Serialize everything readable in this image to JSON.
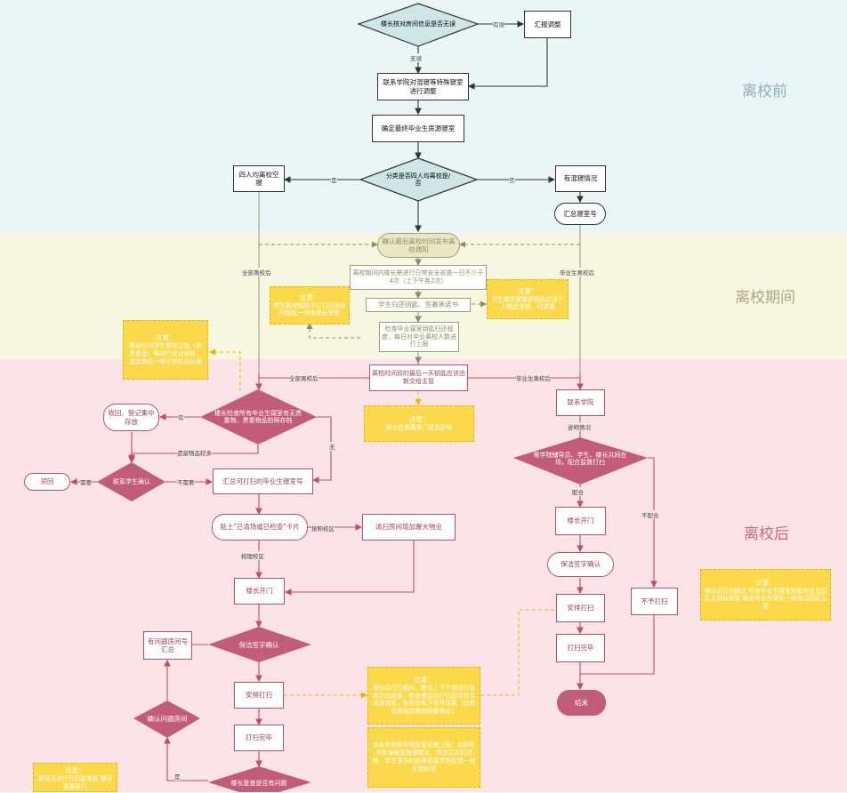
{
  "phases": {
    "before": "离校前",
    "during": "离校期间",
    "after": "离校后"
  },
  "nodes": {
    "check_info": "楼长核对房间信息是否无误",
    "report_adjust": "汇报调整",
    "contact_college": "联系学院对混寝等特殊寝室进行调整",
    "confirm_rooms": "确定最终毕业生房源寝室",
    "classify": "分类是否四人均离校是/否",
    "four_empty": "四人均离校空寝",
    "has_mixed": "有混寝情况",
    "summary_rooms": "汇总寝室号",
    "confirm_time": "确认最后离校时间发布离校通知",
    "safety_check": "离校期间内楼长需进行日常安全巡查一日不少于4次（上下午各2次）",
    "return_keys": "学生归还钥匙、签署承诺书",
    "check_progress": "检查毕业寝室钥匙归还程度，每日对毕业离校人数进行上报",
    "last_day": "离校时间段的最后一天钥匙应该由新交给主管",
    "contact_college2": "联系学院",
    "explain": "说明情况",
    "counselor": "需学院辅导员、学生、楼长共同在场，配合监督打扫",
    "manager_open": "楼长开门",
    "cleaner_confirm": "保洁签字确认",
    "arrange_clean": "安排打扫",
    "clean_done": "打扫完毕",
    "end": "结束",
    "not_clean": "不予打扫",
    "inspect": "楼长检查所有毕业生寝室有无贵重物、贵重物品拍照存档",
    "collect": "收回、登记集中存放",
    "contact_student": "联系学生确认",
    "return_item": "领回",
    "summary_clean": "汇总可打扫的毕业生寝室号",
    "post_notice": "贴上\"已清场或已检查\"卡片",
    "clean_large": "清扫房间增加置大物业",
    "manager_open2": "楼长开门",
    "cleaner_confirm2": "保洁签字确认",
    "arrange_clean2": "安排打扫",
    "clean_done2": "打扫完毕",
    "problem_summary": "有问题房间号汇总",
    "confirm_problem": "确认问题房间",
    "recheck": "楼长复查是否有问题"
  },
  "labels": {
    "wrong": "有误",
    "correct": "无误",
    "yes": "是",
    "no": "否",
    "all_leave": "全部离校后",
    "grad_leave": "毕业生离校后",
    "all_leave2": "全部离校后",
    "grad_leave2": "毕业生离校后",
    "has": "有",
    "none": "无",
    "left_items": "遗留物品较多",
    "need": "需要",
    "not_need": "不需要",
    "cooperate": "配合",
    "not_cooperate": "不配合",
    "explain": "说明情况",
    "sort_area": "梳理校区",
    "by_area": "按照校区",
    "yes2": "是"
  },
  "notes": {
    "n1": {
      "title": "注意：",
      "body": "学生离校期间不打扫开放房间钥匙一律由楼长保管"
    },
    "n2": {
      "title": "注意：",
      "body": "学生离校需要将钥匙交还个人物品清除、可清理"
    },
    "n3": {
      "title": "注意：",
      "body": "楼长应对学生遗留之物（如贵重品）等进行登记保管，其余物品一律不得私自处理"
    },
    "n4": {
      "title": "注意：",
      "body": "楼长检查确保门窗关好电"
    },
    "n5": {
      "title": "注意：",
      "body": "保洁员打扫期间 所有毕业生寝室钥匙存放至园区主管处保管 需进毕业生寝室一律通过园区主管"
    },
    "n6": {
      "title": "注意：",
      "body": "保洁员打扫期间，楼长上下午需进行各两次的巡查，检查保洁员打扫是否符合清洁流程，是否有私下丢弃现象（如有空置物品需拍照备物证）"
    },
    "n7": {
      "title": "",
      "body": "如未有物需学院需要处理上报；如物时间安排需要整理楼长、保洁员共同清除，学生需及时处理直接学院反馈一同反馈处理"
    },
    "n8": {
      "title": "注意：",
      "body": "保洁员进行打扫复查后 楼长需要进行"
    }
  },
  "colors": {
    "before": "#eaf5f5",
    "during": "#f7f7e1",
    "after": "#fbe3e8",
    "accent": "#b8506e",
    "note": "#fcd94a"
  }
}
